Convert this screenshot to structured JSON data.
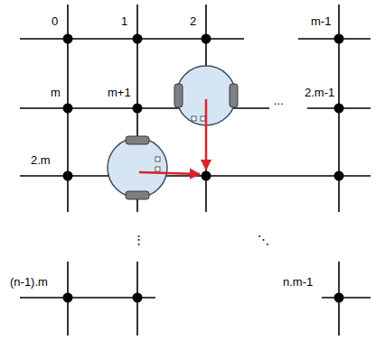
{
  "diagram": {
    "labels": [
      "0",
      "1",
      "2",
      "m-1",
      "m",
      "m+1",
      "...",
      "2.m-1",
      "2.m",
      "⋮",
      "⋱",
      "(n-1).m",
      "n.m-1"
    ]
  }
}
